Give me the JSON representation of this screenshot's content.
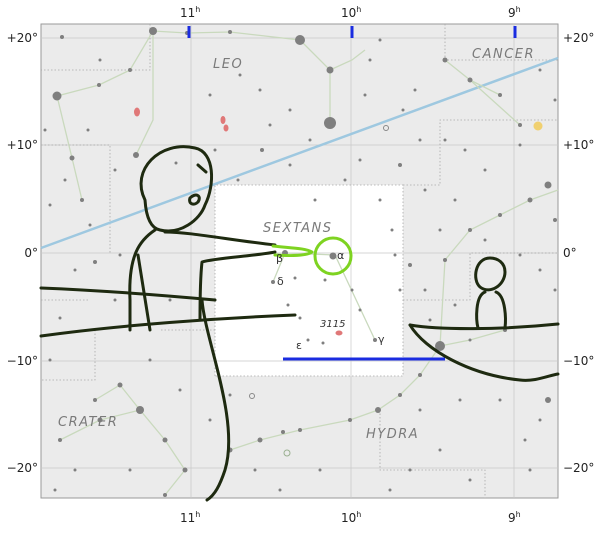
{
  "colors": {
    "background": "#ebebeb",
    "sextans_box": "#ffffff",
    "grid": "#c8c8c8",
    "boundary": "#a8a8a8",
    "constellation_lines": "#c9d9bd",
    "ecliptic": "#9ec8e0",
    "stars": "#7f7f7f",
    "galaxy": "#e07878",
    "planet": "#f0d070",
    "highlight_green": "#7ed321",
    "tick_blue": "#1a2ce0",
    "cartoon": "#1e2a10"
  },
  "axes": {
    "top_ra": [
      {
        "hour": "11",
        "unit": "h"
      },
      {
        "hour": "10",
        "unit": "h"
      },
      {
        "hour": "9",
        "unit": "h"
      }
    ],
    "bottom_ra": [
      {
        "hour": "11",
        "unit": "h"
      },
      {
        "hour": "10",
        "unit": "h"
      },
      {
        "hour": "9",
        "unit": "h"
      }
    ],
    "left_dec": [
      "+20°",
      "+10°",
      "0°",
      "−10°",
      "−20°"
    ],
    "right_dec": [
      "+20°",
      "+10°",
      "0°",
      "−10°",
      "−20°"
    ]
  },
  "constellations": {
    "leo": "LEO",
    "cancer": "CANCER",
    "sextans": "SEXTANS",
    "crater": "CRATER",
    "hydra": "HYDRA"
  },
  "star_labels": {
    "alpha": "α",
    "beta": "β",
    "gamma": "γ",
    "delta": "δ",
    "epsilon": "ε",
    "ngc": "3115"
  },
  "icons": {
    "pointing_figure": "stick-figure-pointing",
    "small_figure": "stick-figure-in-boat"
  }
}
